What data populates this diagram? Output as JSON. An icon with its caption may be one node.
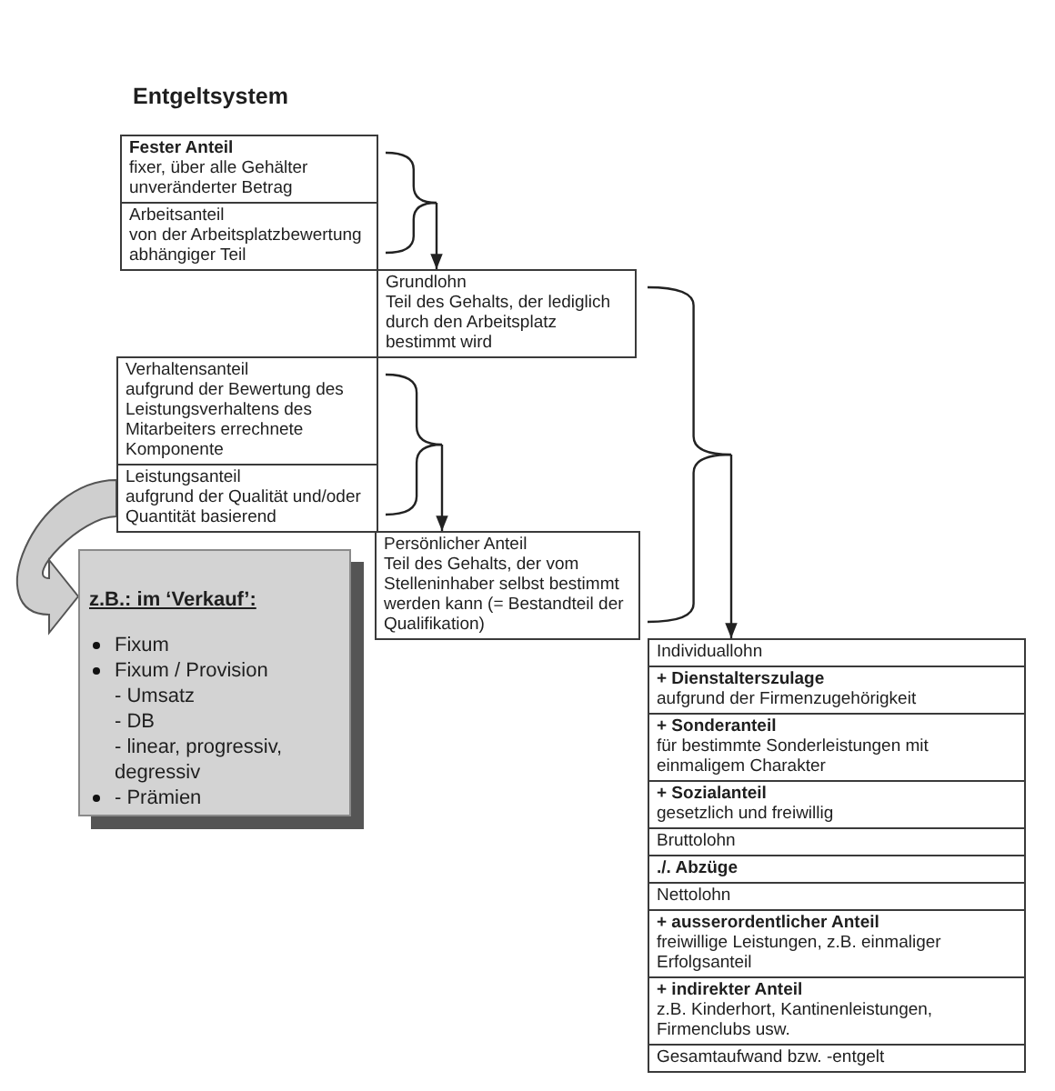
{
  "diagram": {
    "title": "Entgeltsystem",
    "nodes": [
      {
        "text": [
          "Fester Anteil",
          "fixer, über alle Gehälter unveränderter Betrag"
        ]
      },
      {
        "text": [
          "Arbeitsanteil",
          "von der Arbeitsplatzbewertung abhängiger Teil"
        ]
      },
      {
        "text": [
          "Grundlohn",
          "Teil des Gehalts, der lediglich durch den Arbeitsplatz bestimmt wird"
        ]
      },
      {
        "text": [
          "Verhaltensanteil",
          "aufgrund der Bewertung des Leistungsverhaltens des Mitarbeiters errechnete Komponente"
        ]
      },
      {
        "text": [
          "Leistungsanteil",
          "aufgrund der Qualität und/oder Quantität basierend"
        ]
      },
      {
        "text": [
          "Persönlicher Anteil",
          "Teil des Gehalts, der vom Stelleninhaber selbst bestimmt werden kann (= Bestandteil der Qualifikation)"
        ]
      },
      {
        "text": [
          "z.B.: im ‘Verkauf’:",
          "Fixum",
          "Fixum / Provision",
          "- Umsatz",
          "- DB",
          "- linear, progressiv, degressiv",
          "- Prämien"
        ]
      },
      {
        "text": [
          "Individuallohn"
        ]
      },
      {
        "text": [
          "+ Dienstalterszulage",
          "aufgrund der Firmenzugehörigkeit"
        ]
      },
      {
        "text": [
          "+ Sonderanteil",
          "für bestimmte Sonderleistungen mit einmaligem Charakter"
        ]
      },
      {
        "text": [
          "+ Sozialanteil",
          "gesetzlich und freiwillig"
        ]
      },
      {
        "text": [
          "Bruttolohn"
        ]
      },
      {
        "text": [
          "./. Abzüge"
        ]
      },
      {
        "text": [
          "Nettolohn"
        ]
      },
      {
        "text": [
          "+ ausserordentlicher Anteil",
          "freiwillige Leistungen, z.B. einmaliger Erfolgsanteil"
        ]
      },
      {
        "text": [
          "+ indirekter Anteil",
          "z.B. Kinderhort, Kantinenleistungen, Firmenclubs usw."
        ]
      },
      {
        "text": [
          "Gesamtaufwand bzw. -entgelt"
        ]
      }
    ],
    "edges": [
      {
        "from": 0,
        "to": 2,
        "arrow": "to"
      },
      {
        "from": 1,
        "to": 2,
        "arrow": "to"
      },
      {
        "from": 3,
        "to": 5,
        "arrow": "to"
      },
      {
        "from": 4,
        "to": 5,
        "arrow": "to"
      },
      {
        "from": 2,
        "to": 7,
        "arrow": "to"
      },
      {
        "from": 5,
        "to": 7,
        "arrow": "to"
      },
      {
        "from": 4,
        "to": 6,
        "arrow": "to",
        "style": "thick"
      }
    ]
  }
}
